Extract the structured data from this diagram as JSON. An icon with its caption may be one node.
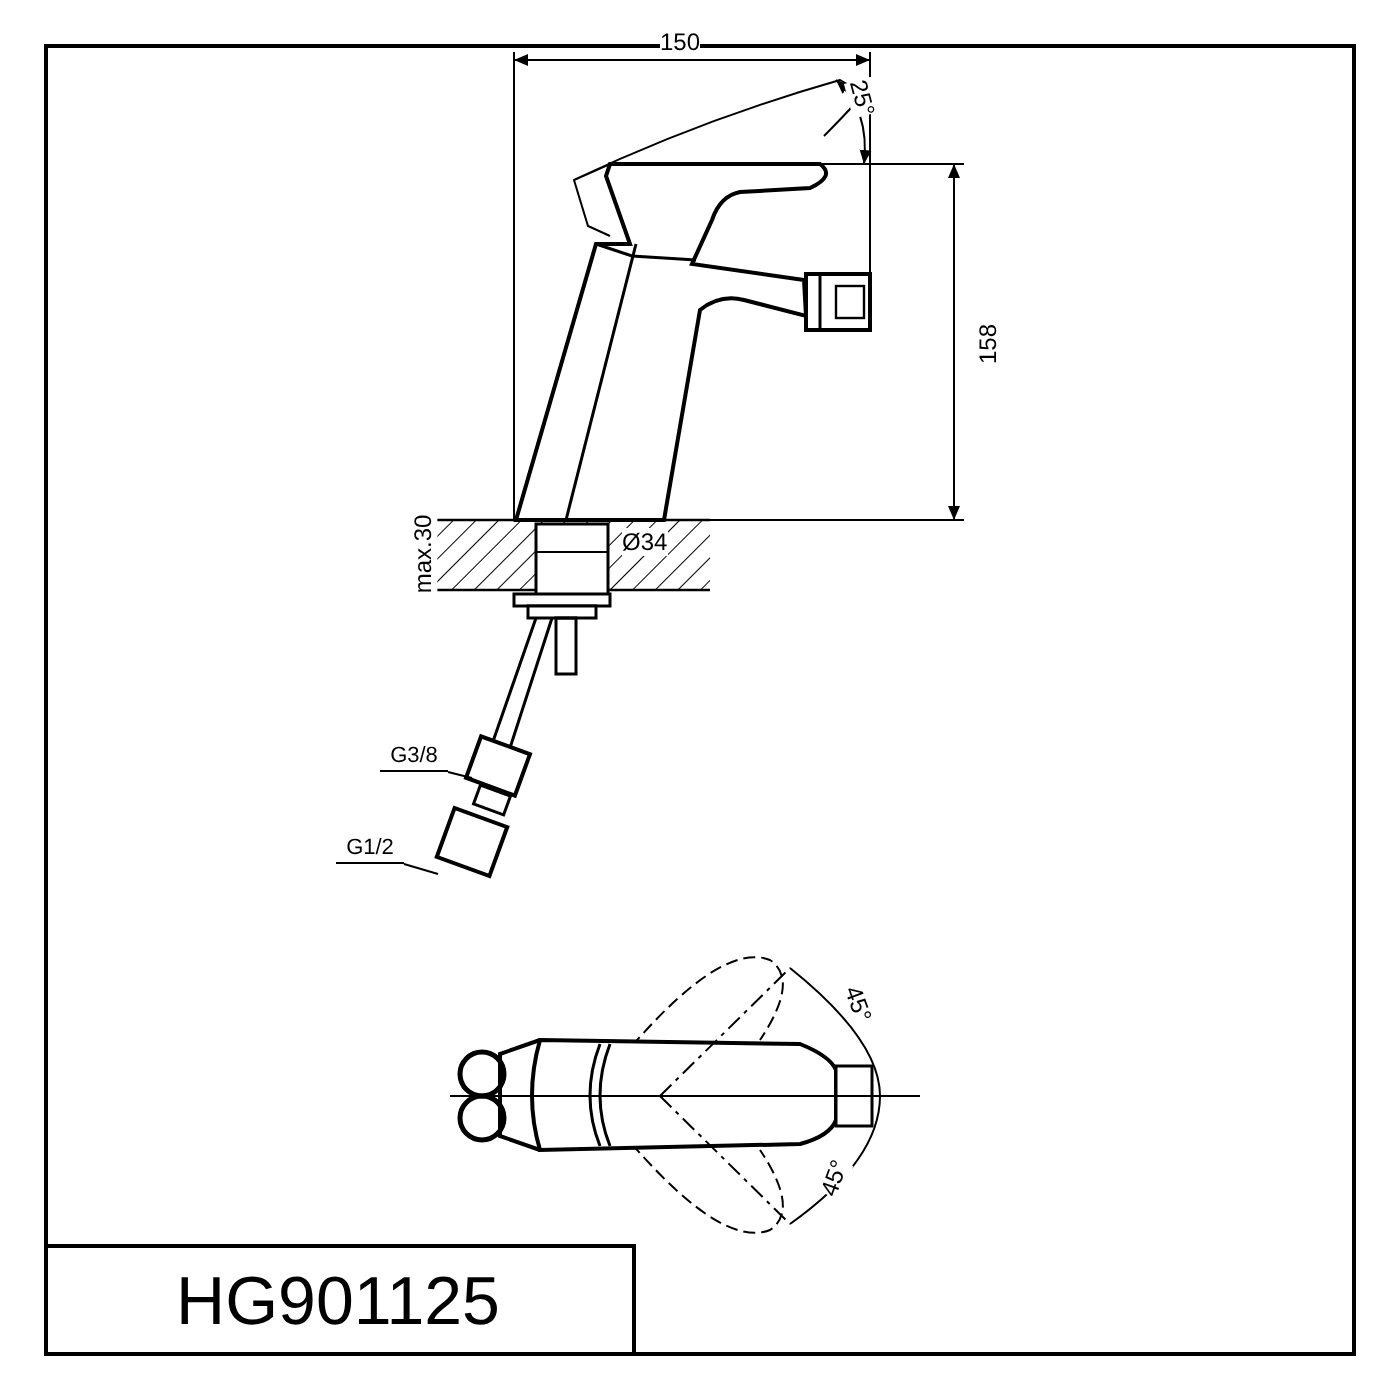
{
  "diagram": {
    "nodes": [
      {
        "text": [
          "G3/8"
        ]
      },
      {
        "text": [
          "G1/2"
        ]
      },
      {
        "text": [
          "HG901125"
        ]
      }
    ],
    "edges": [
      {
        "from": 0,
        "to": null,
        "arrow": "none"
      },
      {
        "from": 1,
        "to": null,
        "arrow": "none"
      }
    ],
    "labels": [
      "150",
      "25°",
      "158",
      "max.30",
      "Ø34",
      "45°",
      "45°"
    ]
  }
}
